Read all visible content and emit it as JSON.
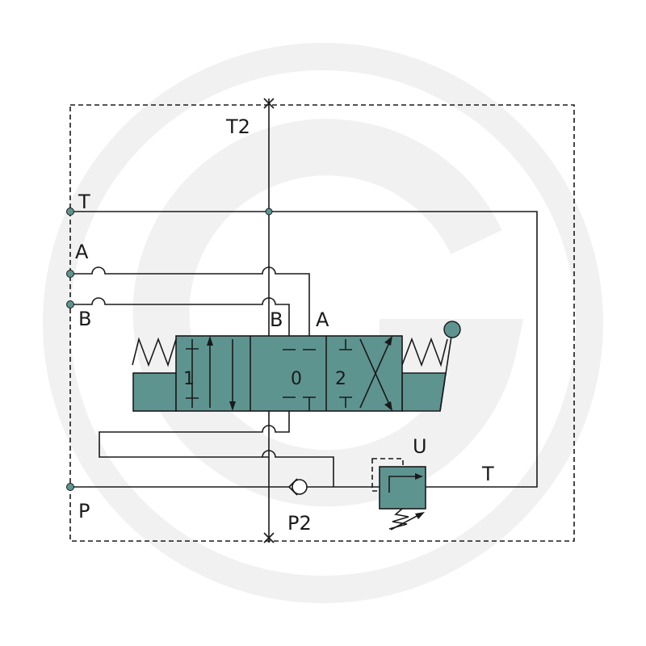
{
  "labels": {
    "t2": "T2",
    "t_left": "T",
    "a_left": "A",
    "b_left": "B",
    "b_valve": "B",
    "a_valve": "A",
    "pos_1": "1",
    "pos_0": "0",
    "pos_2": "2",
    "u": "U",
    "t_right": "T",
    "p": "P",
    "p2": "P2"
  },
  "colors": {
    "valve_fill": "#5e9490",
    "line": "#1a1a1a",
    "watermark": "#f0f0f0"
  }
}
